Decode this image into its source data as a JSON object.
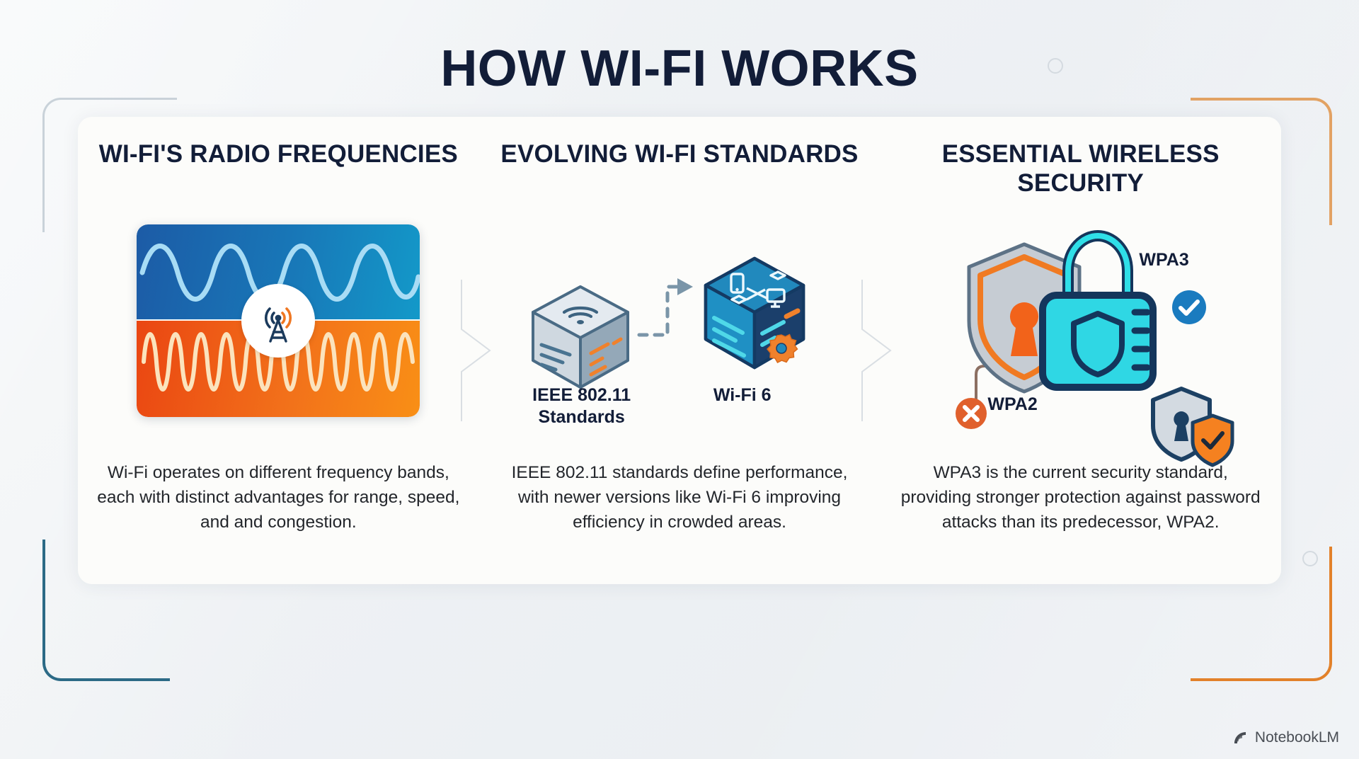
{
  "title": "HOW WI-FI WORKS",
  "watermark": {
    "label": "NotebookLM",
    "icon": "notebooklm-logo-icon"
  },
  "theme": {
    "title_color": "#121d38",
    "body_color": "#23262b",
    "card_bg": "#fcfcfa",
    "page_bg": "#eef1f4",
    "accent_blue": "#1878b8",
    "accent_cyan": "#22d3e0",
    "accent_orange": "#f2711a",
    "accent_navy": "#1b3a5c",
    "bracket_top_left": "#c9d2d9",
    "bracket_top_right": "#e2a263",
    "bracket_bottom_left": "#2c6a86",
    "bracket_bottom_right": "#e2812a"
  },
  "columns": [
    {
      "heading": "WI-FI'S RADIO FREQUENCIES",
      "body": "Wi-Fi operates on different frequency bands, each with distinct advantages for range, speed, and and congestion.",
      "art": {
        "kind": "frequency-band-panel",
        "bands": [
          {
            "name": "low-frequency-band",
            "color_start": "#1c5ba6",
            "color_end": "#1399c9",
            "wave_color": "#a8dcf5",
            "wave_cycles": 7,
            "description": "low frequency long wavelength"
          },
          {
            "name": "high-frequency-band",
            "color_start": "#ea4612",
            "color_end": "#f98f16",
            "wave_color": "#fbe3bd",
            "wave_cycles": 22,
            "description": "high frequency short wavelength"
          }
        ],
        "center_icon": "radio-tower-icon"
      }
    },
    {
      "heading": "EVOLVING WI-FI STANDARDS",
      "body": "IEEE 802.11 standards define performance, with newer versions like Wi-Fi 6 improving efficiency in crowded areas.",
      "art": {
        "kind": "standards-evolution",
        "nodes": [
          {
            "id": "legacy",
            "label": "IEEE 802.11 Standards",
            "icon": "grey-router-cube-icon",
            "color": "#c4cdd6"
          },
          {
            "id": "modern",
            "label": "Wi-Fi 6",
            "icon": "blue-network-cube-icon",
            "color": "#1b8fc4"
          }
        ],
        "connector": "dashed-arrow-right-icon"
      }
    },
    {
      "heading": "ESSENTIAL WIRELESS SECURITY",
      "body": "WPA3 is the current security standard, providing stronger protection against password attacks than its predecessor, WPA2.",
      "art": {
        "kind": "security-comparison",
        "main_icons": [
          "silver-shield-keyhole-icon",
          "cyan-padlock-icon",
          "small-shield-check-icon"
        ],
        "items": [
          {
            "label": "WPA3",
            "status": "approved",
            "badge": "check-circle-icon",
            "badge_color": "#1a7bbf"
          },
          {
            "label": "WPA2",
            "status": "deprecated",
            "badge": "x-circle-icon",
            "badge_color": "#e0602c"
          }
        ]
      }
    }
  ]
}
